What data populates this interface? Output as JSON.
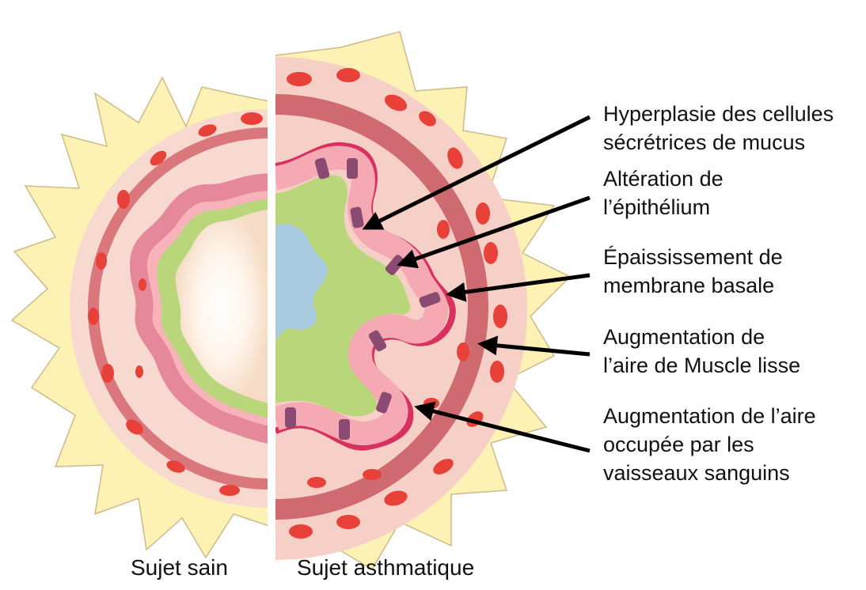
{
  "colors": {
    "connective_tissue": "#f8d9cf",
    "lumen_healthy": "#ffffff",
    "alveoli": "#fdf1b4",
    "smooth_muscle": "#d9777c",
    "epithelium": "#f7b3b9",
    "basement_membrane": "#d8305f",
    "submucosa": "#b9d67a",
    "mucus": "#a9cbe0",
    "goblet_cell": "#8b4a72",
    "blood_vessel": "#e8413a",
    "arrow": "#000000"
  },
  "annotations": [
    {
      "lines": [
        "Hyperplasie des cellules",
        "sécrétrices de mucus"
      ]
    },
    {
      "lines": [
        "Altération de",
        "l’épithélium"
      ]
    },
    {
      "lines": [
        "Épaississement de",
        "membrane basale"
      ]
    },
    {
      "lines": [
        "Augmentation de",
        "l’aire de Muscle lisse"
      ]
    },
    {
      "lines": [
        "Augmentation de l’aire",
        "occupée par les",
        "vaisseaux sanguins"
      ]
    }
  ],
  "captions": {
    "left": "Sujet sain",
    "right": "Sujet asthmatique"
  }
}
